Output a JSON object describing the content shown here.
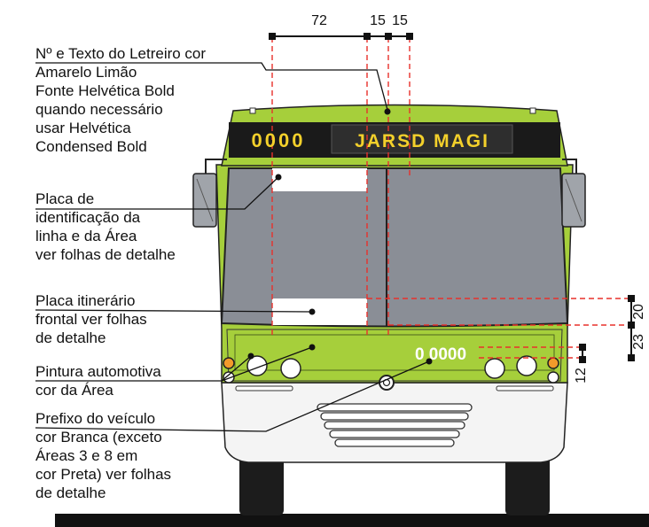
{
  "dimensions": {
    "top_72": "72",
    "top_15a": "15",
    "top_15b": "15",
    "right_20": "20",
    "right_23": "23",
    "right_12": "12"
  },
  "destination_sign": {
    "number": "0000",
    "text": "JARSD MAGI"
  },
  "vehicle_prefix": "0 0000",
  "annotations": {
    "sign_spec": "Nº e Texto do Letreiro cor\nAmarelo Limão\nFonte Helvética Bold\nquando necessário\nusar Helvética\nCondensed Bold",
    "line_plate": "Placa de\nidentificação da\nlinha e da Área\nver folhas de detalhe",
    "itinerary_plate": "Placa itinerário\nfrontal ver folhas\nde detalhe",
    "paint": "Pintura automotiva\ncor da Área",
    "prefix": "Prefixo do veículo\ncor Branca (exceto\nÁreas 3 e 8 em\ncor Preta) ver folhas\nde detalhe"
  },
  "colors": {
    "body_green": "#a6cf3b",
    "sign_yellow": "#f3d02b",
    "glass": "#8a8e96",
    "guide_red": "#e8312b",
    "lamp_orange": "#f39a2b"
  }
}
